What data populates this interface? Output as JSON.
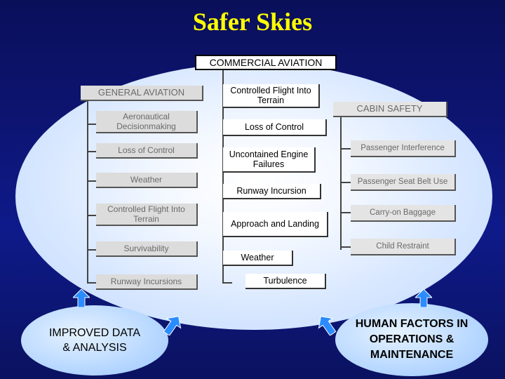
{
  "title": "Safer Skies",
  "commercial_aviation": {
    "header": "COMMERCIAL AVIATION",
    "items": [
      "Controlled Flight Into Terrain",
      "Loss of Control",
      "Uncontained Engine Failures",
      "Runway Incursion",
      "Approach and Landing",
      "Weather",
      "Turbulence"
    ]
  },
  "general_aviation": {
    "header": "GENERAL AVIATION",
    "items": [
      "Aeronautical Decisionmaking",
      "Loss of Control",
      "Weather",
      "Controlled Flight Into Terrain",
      "Survivability",
      "Runway Incursions"
    ]
  },
  "cabin_safety": {
    "header": "CABIN SAFETY",
    "items": [
      "Passenger Interference",
      "Passenger Seat Belt Use",
      "Carry-on Baggage",
      "Child Restraint"
    ]
  },
  "improved_data": "IMPROVED DATA & ANALYSIS",
  "human_factors": "HUMAN FACTORS IN OPERATIONS & MAINTENANCE",
  "colors": {
    "background": "#0d1470",
    "title": "#ffff00",
    "arrow": "#2a8cff"
  },
  "icons": [
    "up-arrow-icon",
    "diagonal-arrow-icon"
  ]
}
